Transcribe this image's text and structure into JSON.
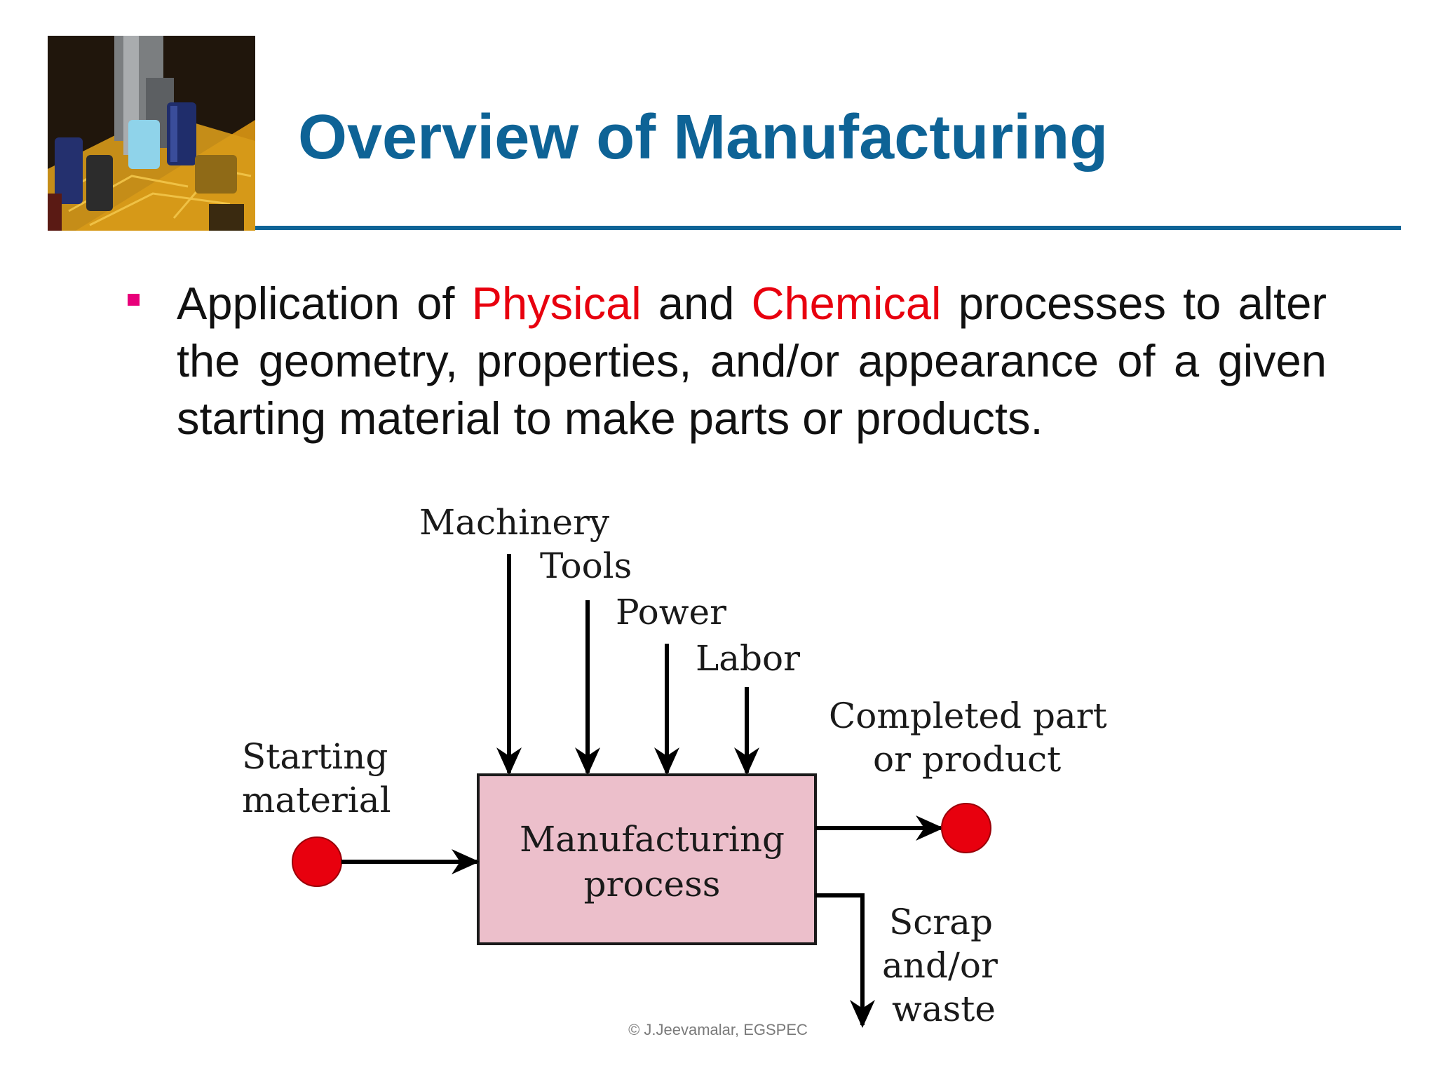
{
  "slide": {
    "title": "Overview of Manufacturing",
    "bullet": {
      "part1": "Application of",
      "physical": "Physical",
      "part2": "and",
      "chemical": "Chemical",
      "part3": "processes to alter the geometry, properties, and/or appearance of a given starting material to make parts or products."
    },
    "footer": "© J.Jeevamalar,  EGSPEC"
  },
  "diagram": {
    "inputs_top": [
      "Machinery",
      "Tools",
      "Power",
      "Labor"
    ],
    "starting_material": [
      "Starting",
      "material"
    ],
    "process": [
      "Manufacturing",
      "process"
    ],
    "output": [
      "Completed part",
      "or product"
    ],
    "waste": [
      "Scrap",
      "and/or",
      "waste"
    ]
  },
  "colors": {
    "title": "#0e6396",
    "bullet": "#e8007a",
    "highlight": "#e8000e",
    "process_box": "#ecbfcb",
    "node": "#e8000e"
  }
}
